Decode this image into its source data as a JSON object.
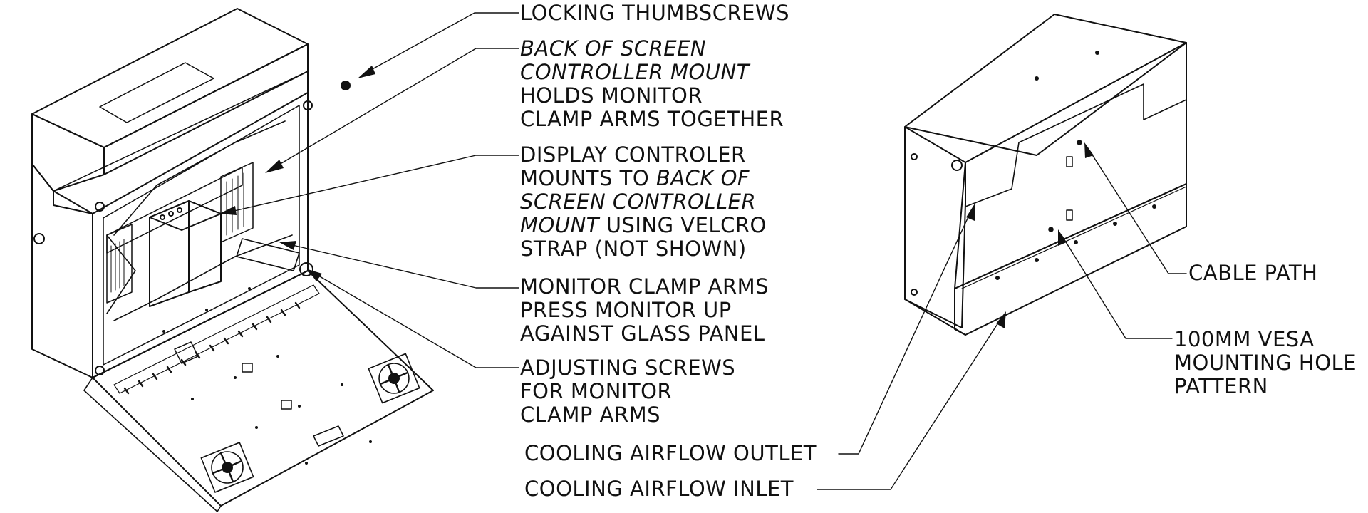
{
  "colors": {
    "ink": "#111111",
    "background": "#ffffff"
  },
  "callouts": {
    "locking_thumbscrews": {
      "lines": [
        [
          "LOCKING THUMBSCREWS"
        ]
      ]
    },
    "back_of_screen_controller_mount": {
      "lines": [
        [
          "BACK OF SCREEN"
        ],
        [
          "CONTROLLER MOUNT"
        ],
        [
          "HOLDS MONITOR"
        ],
        [
          "CLAMP ARMS TOGETHER"
        ]
      ]
    },
    "display_controller": {
      "lines": [
        [
          "DISPLAY CONTROLER"
        ],
        [
          "MOUNTS TO ",
          "BACK OF"
        ],
        [
          "SCREEN CONTROLLER"
        ],
        [
          "MOUNT",
          " USING VELCRO"
        ],
        [
          "STRAP (NOT SHOWN)"
        ]
      ]
    },
    "monitor_clamp_arms": {
      "lines": [
        [
          "MONITOR CLAMP ARMS"
        ],
        [
          "PRESS MONITOR UP"
        ],
        [
          "AGAINST GLASS PANEL"
        ]
      ]
    },
    "adjusting_screws": {
      "lines": [
        [
          "ADJUSTING SCREWS"
        ],
        [
          "FOR MONITOR"
        ],
        [
          "CLAMP ARMS"
        ]
      ]
    },
    "cable_path": {
      "lines": [
        [
          "CABLE PATH"
        ]
      ]
    },
    "vesa_pattern": {
      "lines": [
        [
          "100MM VESA"
        ],
        [
          "MOUNTING HOLE"
        ],
        [
          "PATTERN"
        ]
      ]
    },
    "cooling_outlet": {
      "lines": [
        [
          "COOLING AIRFLOW OUTLET"
        ]
      ]
    },
    "cooling_inlet": {
      "lines": [
        [
          "COOLING AIRFLOW INLET"
        ]
      ]
    }
  }
}
